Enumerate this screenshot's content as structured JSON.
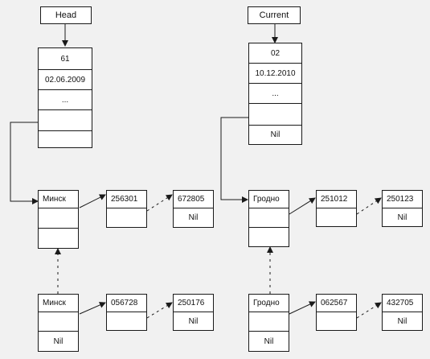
{
  "head_label": "Head",
  "current_label": "Current",
  "head_record": {
    "id": "61",
    "date": "02.06.2009",
    "more": "..."
  },
  "current_record": {
    "id": "02",
    "date": "10.12.2010",
    "more": "...",
    "next": "Nil"
  },
  "left_top": {
    "city": "Минск",
    "n1": "256301",
    "n2": "672805",
    "nil": "Nil"
  },
  "left_bottom": {
    "city": "Минск",
    "n1": "056728",
    "n2": "250176",
    "nil_a": "Nil",
    "nil_b": "Nil"
  },
  "right_top": {
    "city": "Гродно",
    "n1": "251012",
    "n2": "250123",
    "nil": "Nil"
  },
  "right_bottom": {
    "city": "Гродно",
    "n1": "062567",
    "n2": "432705",
    "nil_a": "Nil",
    "nil_b": "Nil"
  }
}
